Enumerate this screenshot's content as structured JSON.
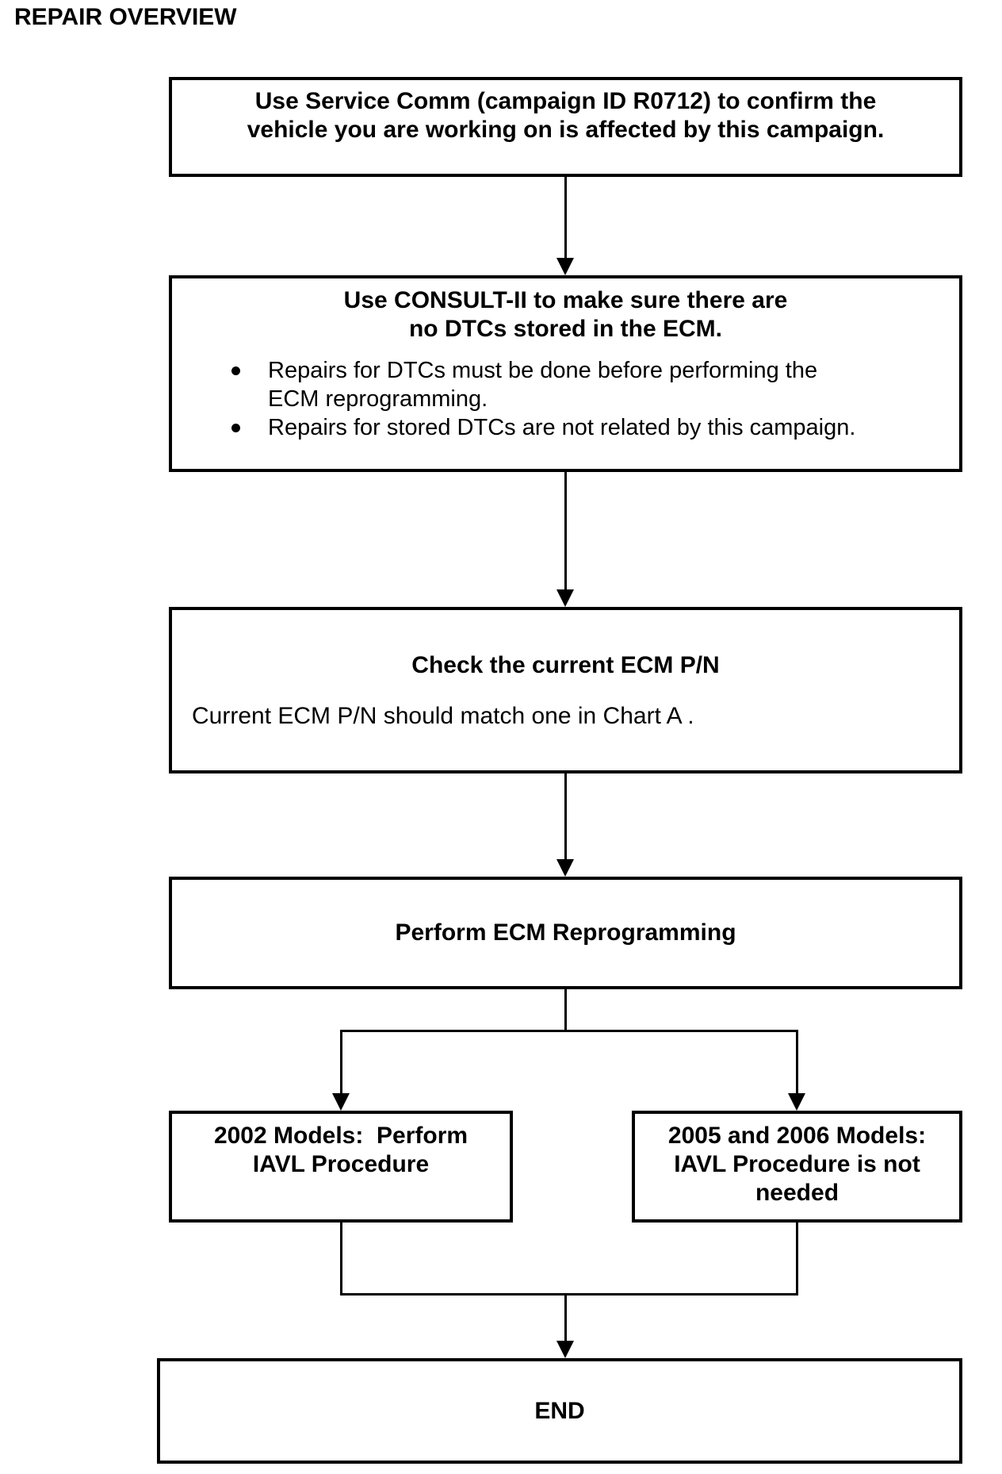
{
  "page": {
    "title": "REPAIR OVERVIEW"
  },
  "flow": {
    "step1": {
      "text": "Use Service Comm (campaign ID R0712) to confirm the\nvehicle you are working on is affected by this campaign."
    },
    "step2": {
      "heading": "Use CONSULT-II to make sure there are\nno DTCs stored in the ECM.",
      "bullets": [
        "Repairs for DTCs must be done before performing the\nECM reprogramming.",
        "Repairs for stored DTCs are not related by this campaign."
      ]
    },
    "step3": {
      "heading": "Check the current ECM P/N",
      "body": "Current ECM P/N should match one in Chart A ."
    },
    "step4": {
      "text": "Perform ECM Reprogramming"
    },
    "branch_left": {
      "text": "2002 Models:  Perform\nIAVL Procedure"
    },
    "branch_right": {
      "text": "2005 and 2006 Models:\nIAVL Procedure is not\nneeded"
    },
    "end": {
      "text": "END"
    }
  },
  "colors": {
    "ink": "#000000",
    "background": "#ffffff"
  }
}
